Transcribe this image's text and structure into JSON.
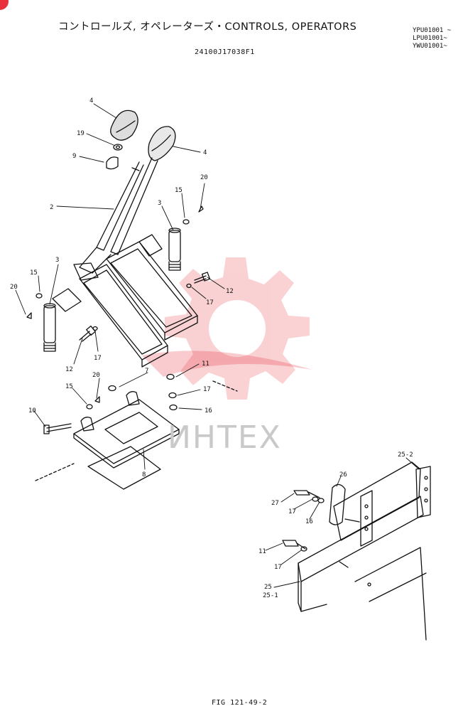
{
  "header": {
    "title": "コントロールズ, オペレーターズ・CONTROLS, OPERATORS",
    "doc_number": "24100J17038F1",
    "serials": [
      "YPU01001 ~",
      "LPU01001~",
      "YWU01001~"
    ]
  },
  "watermark": {
    "text": "ИНТЕХ",
    "color": "#e8313a"
  },
  "figure_number": "FIG 121-49-2",
  "callouts": [
    {
      "id": "c4a",
      "text": "4"
    },
    {
      "id": "c19",
      "text": "19"
    },
    {
      "id": "c9",
      "text": "9"
    },
    {
      "id": "c4b",
      "text": "4"
    },
    {
      "id": "c20a",
      "text": "20"
    },
    {
      "id": "c15a",
      "text": "15"
    },
    {
      "id": "c2",
      "text": "2"
    },
    {
      "id": "c3a",
      "text": "3"
    },
    {
      "id": "c3b",
      "text": "3"
    },
    {
      "id": "c15b",
      "text": "15"
    },
    {
      "id": "c20b",
      "text": "20"
    },
    {
      "id": "c12a",
      "text": "12"
    },
    {
      "id": "c17a",
      "text": "17"
    },
    {
      "id": "c12b",
      "text": "12"
    },
    {
      "id": "c17b",
      "text": "17"
    },
    {
      "id": "c7",
      "text": "7"
    },
    {
      "id": "c20c",
      "text": "20"
    },
    {
      "id": "c11a",
      "text": "11"
    },
    {
      "id": "c15c",
      "text": "15"
    },
    {
      "id": "c17c",
      "text": "17"
    },
    {
      "id": "c10",
      "text": "10"
    },
    {
      "id": "c16a",
      "text": "16"
    },
    {
      "id": "c8",
      "text": "8"
    },
    {
      "id": "c25-2",
      "text": "25-2"
    },
    {
      "id": "c26",
      "text": "26"
    },
    {
      "id": "c27",
      "text": "27"
    },
    {
      "id": "c17d",
      "text": "17"
    },
    {
      "id": "c16b",
      "text": "16"
    },
    {
      "id": "c11b",
      "text": "11"
    },
    {
      "id": "c17e",
      "text": "17"
    },
    {
      "id": "c25",
      "text": "25"
    },
    {
      "id": "c25-1",
      "text": "25-1"
    }
  ]
}
